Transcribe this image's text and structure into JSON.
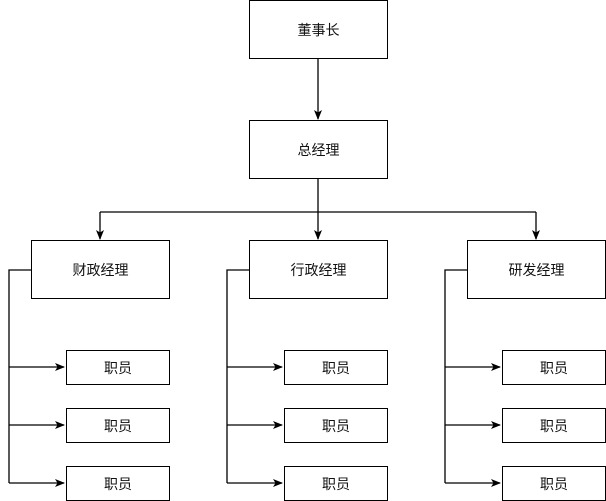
{
  "diagram": {
    "chairman": "董事长",
    "general_manager": "总经理",
    "managers": [
      {
        "label": "财政经理",
        "staff": [
          "职员",
          "职员",
          "职员"
        ]
      },
      {
        "label": "行政经理",
        "staff": [
          "职员",
          "职员",
          "职员"
        ]
      },
      {
        "label": "研发经理",
        "staff": [
          "职员",
          "职员",
          "职员"
        ]
      }
    ]
  },
  "colors": {
    "line": "#000000",
    "box_fill": "#ffffff",
    "text": "#111111"
  }
}
